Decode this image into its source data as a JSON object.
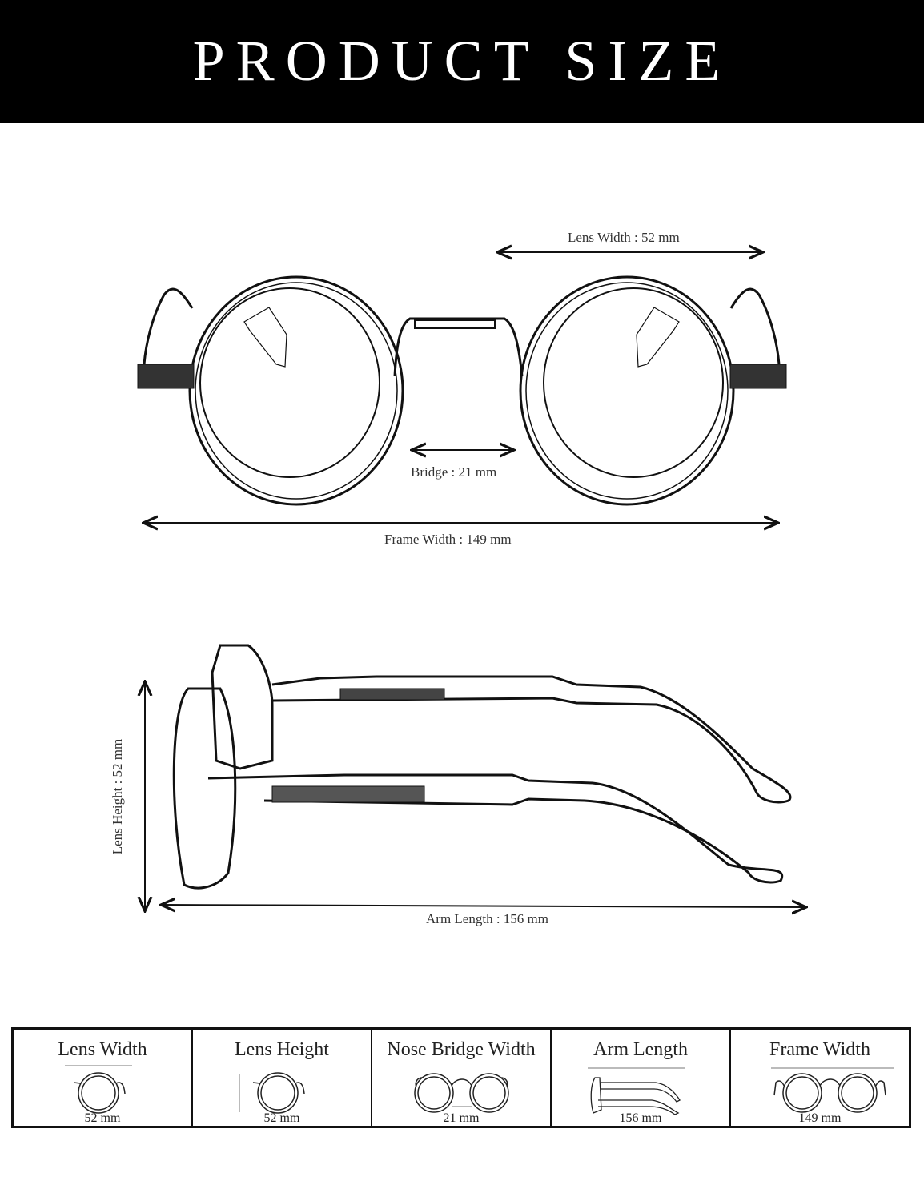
{
  "header": {
    "title": "PRODUCT SIZE"
  },
  "front_view": {
    "lens_width_label": "Lens Width : 52 mm",
    "bridge_label": "Bridge :  21 mm",
    "frame_width_label": "Frame Width : 149 mm"
  },
  "side_view": {
    "lens_height_label": "Lens Height : 52 mm",
    "arm_length_label": "Arm Length : 156 mm"
  },
  "summary_table": {
    "cells": [
      {
        "title": "Lens Width",
        "value": "52 mm",
        "icon": "single-lens-width-icon"
      },
      {
        "title": "Lens Height",
        "value": "52 mm",
        "icon": "single-lens-height-icon"
      },
      {
        "title": "Nose Bridge Width",
        "value": "21 mm",
        "icon": "glasses-bridge-icon"
      },
      {
        "title": "Arm Length",
        "value": "156 mm",
        "icon": "glasses-side-icon"
      },
      {
        "title": "Frame Width",
        "value": "149 mm",
        "icon": "glasses-front-icon"
      }
    ]
  },
  "colors": {
    "banner_bg": "#000000",
    "banner_text": "#ffffff",
    "line": "#111111"
  }
}
